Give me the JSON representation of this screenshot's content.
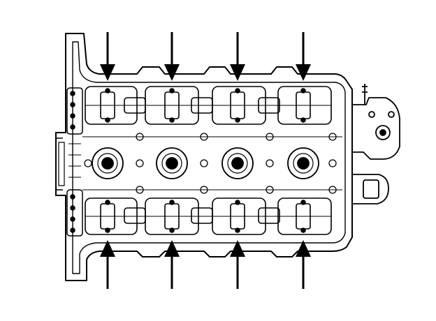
{
  "figure": {
    "kind": "line-drawing",
    "subject": "cylinder-head",
    "callouts": {
      "count": 8,
      "top_row": [
        "top-arrow-1",
        "top-arrow-2",
        "top-arrow-3",
        "top-arrow-4"
      ],
      "bottom_row": [
        "bottom-arrow-1",
        "bottom-arrow-2",
        "bottom-arrow-3",
        "bottom-arrow-4"
      ]
    }
  },
  "colors": {
    "ink": "#000000",
    "paper": "#ffffff"
  }
}
